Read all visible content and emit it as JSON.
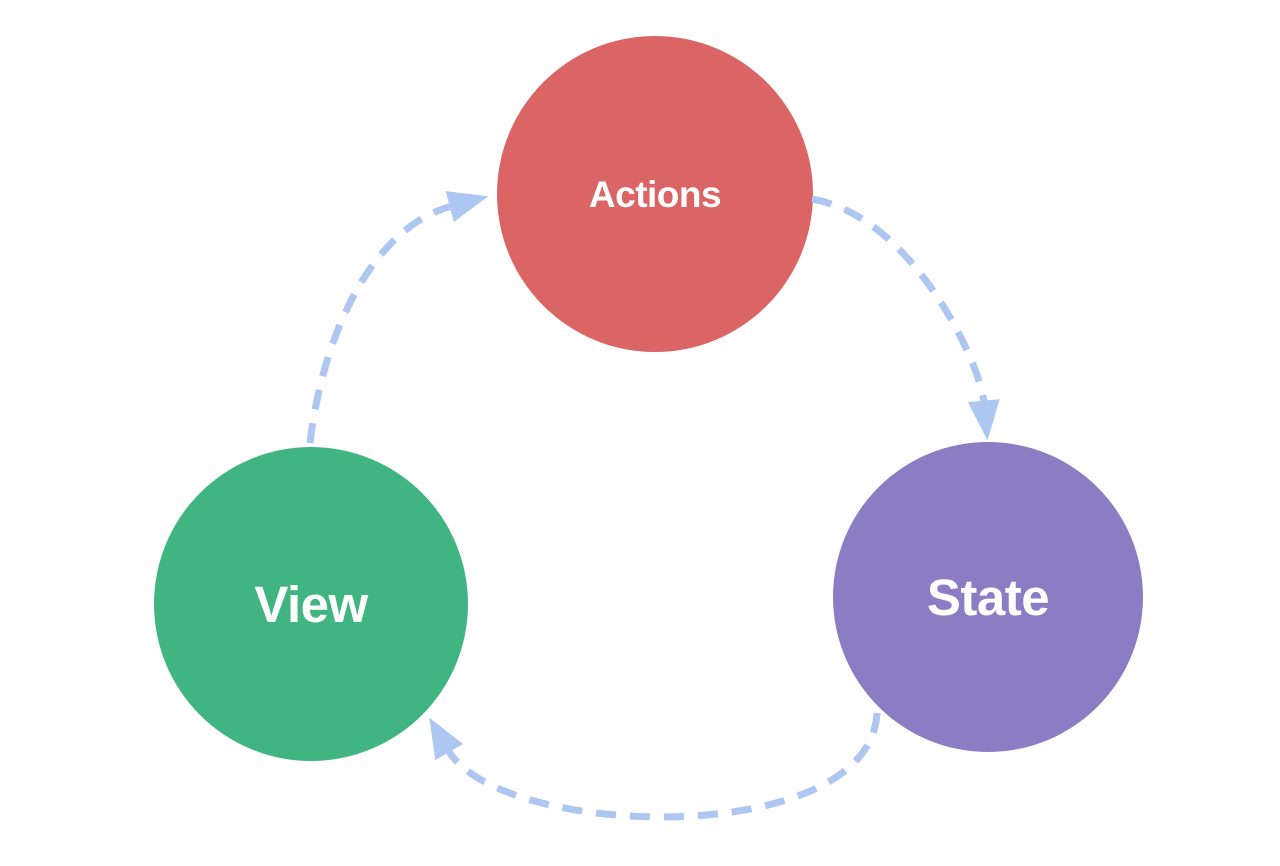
{
  "diagram": {
    "type": "cycle",
    "nodes": [
      {
        "id": "actions",
        "label": "Actions",
        "color": "#db6464"
      },
      {
        "id": "state",
        "label": "State",
        "color": "#8c7cc4"
      },
      {
        "id": "view",
        "label": "View",
        "color": "#40b581"
      }
    ],
    "edges": [
      {
        "from": "actions",
        "to": "state",
        "style": "dashed-arrow"
      },
      {
        "from": "state",
        "to": "view",
        "style": "dashed-arrow"
      },
      {
        "from": "view",
        "to": "actions",
        "style": "dashed-arrow"
      }
    ],
    "edge_color": "#aec6f2",
    "label_color": "#ffffff",
    "background_color": "#ffffff"
  }
}
